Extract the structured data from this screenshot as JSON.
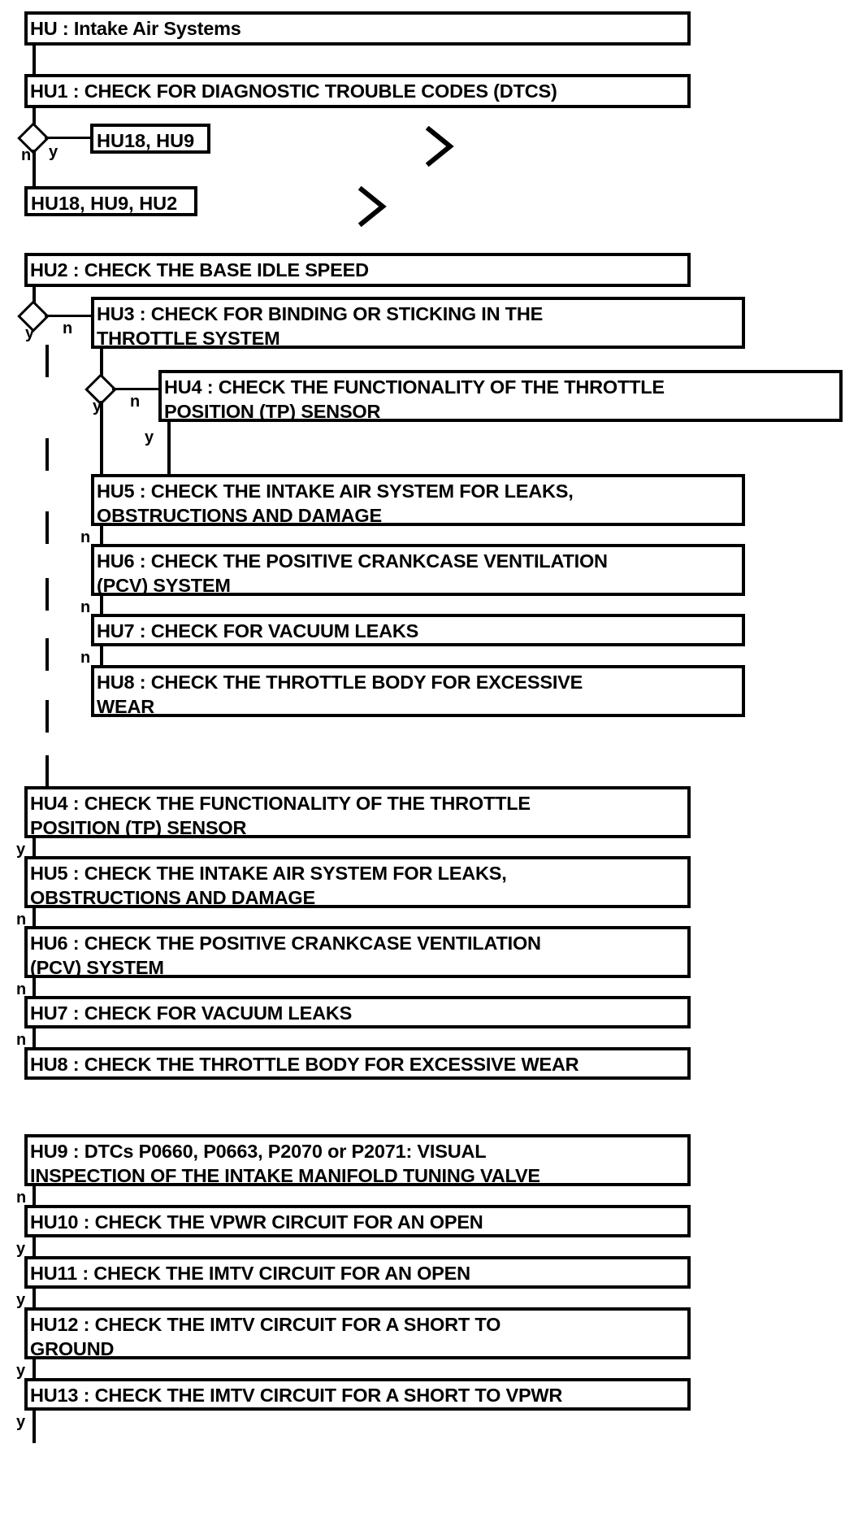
{
  "diagram": {
    "title": "HU : Intake Air Systems",
    "type": "flowchart",
    "nodes": [
      {
        "id": "HU",
        "label": "HU : Intake Air Systems"
      },
      {
        "id": "HU1",
        "label": "HU1 : CHECK FOR DIAGNOSTIC TROUBLE CODES (DTCS)"
      },
      {
        "id": "REF1",
        "label": "HU18, HU9"
      },
      {
        "id": "REF2",
        "label": "HU18, HU9, HU2"
      },
      {
        "id": "HU2",
        "label": "HU2 : CHECK THE BASE IDLE SPEED"
      },
      {
        "id": "HU3",
        "label": "HU3 : CHECK FOR BINDING OR STICKING IN THE\nTHROTTLE SYSTEM"
      },
      {
        "id": "HU4a",
        "label": "HU4 : CHECK THE FUNCTIONALITY OF THE THROTTLE\nPOSITION (TP) SENSOR"
      },
      {
        "id": "HU5a",
        "label": "HU5 : CHECK THE INTAKE AIR SYSTEM FOR LEAKS,\nOBSTRUCTIONS AND DAMAGE"
      },
      {
        "id": "HU6a",
        "label": "HU6 : CHECK THE POSITIVE CRANKCASE VENTILATION\n(PCV) SYSTEM"
      },
      {
        "id": "HU7a",
        "label": "HU7 : CHECK FOR VACUUM LEAKS"
      },
      {
        "id": "HU8a",
        "label": "HU8 : CHECK THE THROTTLE BODY FOR EXCESSIVE\nWEAR"
      },
      {
        "id": "HU4b",
        "label": "HU4 : CHECK THE FUNCTIONALITY OF THE THROTTLE\nPOSITION (TP) SENSOR"
      },
      {
        "id": "HU5b",
        "label": "HU5 : CHECK THE INTAKE AIR SYSTEM FOR LEAKS,\nOBSTRUCTIONS AND DAMAGE"
      },
      {
        "id": "HU6b",
        "label": "HU6 : CHECK THE POSITIVE CRANKCASE VENTILATION\n(PCV) SYSTEM"
      },
      {
        "id": "HU7b",
        "label": "HU7 : CHECK FOR VACUUM LEAKS"
      },
      {
        "id": "HU8b",
        "label": "HU8 : CHECK THE THROTTLE BODY FOR EXCESSIVE WEAR"
      },
      {
        "id": "HU9",
        "label": "HU9 : DTCs P0660, P0663, P2070 or P2071: VISUAL\nINSPECTION OF THE INTAKE MANIFOLD TUNING VALVE"
      },
      {
        "id": "HU10",
        "label": "HU10 : CHECK THE VPWR CIRCUIT FOR AN OPEN"
      },
      {
        "id": "HU11",
        "label": "HU11 : CHECK THE IMTV CIRCUIT FOR AN OPEN"
      },
      {
        "id": "HU12",
        "label": "HU12 : CHECK THE IMTV CIRCUIT FOR A SHORT TO\nGROUND"
      },
      {
        "id": "HU13",
        "label": "HU13 : CHECK THE IMTV CIRCUIT FOR A SHORT TO VPWR"
      }
    ],
    "branch_labels": {
      "d1_n": "n",
      "d1_y": "y",
      "d2_y": "y",
      "d2_n": "n",
      "d3_y": "y",
      "d3_n": "n",
      "e_hu4a_y": "y",
      "e_hu5a_n": "n",
      "e_hu6a_n": "n",
      "e_hu7a_n": "n",
      "e_hu4b_y": "y",
      "e_hu5b_n": "n",
      "e_hu6b_n": "n",
      "e_hu7b_n": "n",
      "e_hu9_n": "n",
      "e_hu10_y": "y",
      "e_hu11_y": "y",
      "e_hu12_y": "y",
      "e_hu13_y": "y"
    },
    "colors": {
      "stroke": "#000000",
      "fill": "#ffffff",
      "text": "#000000"
    }
  }
}
